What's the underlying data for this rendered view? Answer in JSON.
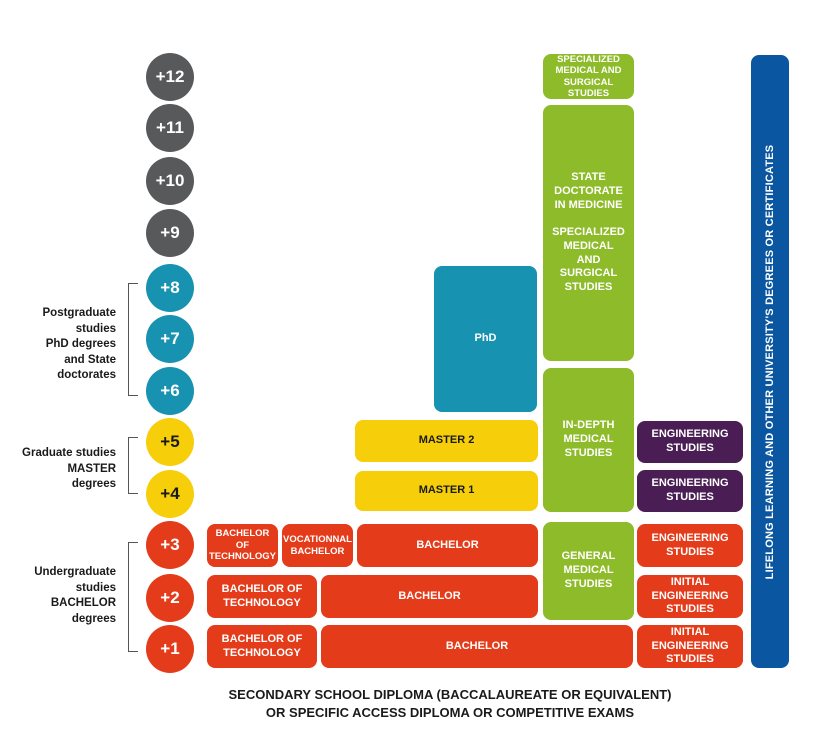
{
  "levels": [
    "+12",
    "+11",
    "+10",
    "+9",
    "+8",
    "+7",
    "+6",
    "+5",
    "+4",
    "+3",
    "+2",
    "+1"
  ],
  "side_labels": {
    "postgraduate": "Postgraduate\nstudies\nPhD degrees\nand State\ndoctorates",
    "graduate": "Graduate studies\nMASTER\ndegrees",
    "undergraduate": "Undergraduate\nstudies\nBACHELOR\ndegrees"
  },
  "boxes": {
    "specialized_top": "SPECIALIZED\nMEDICAL AND\nSURGICAL STUDIES",
    "state_doctorate": "STATE\nDOCTORATE\nIN MEDICINE\n\nSPECIALIZED\nMEDICAL\nAND SURGICAL\nSTUDIES",
    "phd": "PhD",
    "in_depth_medical": "IN-DEPTH\nMEDICAL\nSTUDIES",
    "master2": "MASTER 2",
    "master1": "MASTER 1",
    "engineering_5": "ENGINEERING\nSTUDIES",
    "engineering_4": "ENGINEERING\nSTUDIES",
    "bachelor_tech_3": "BACHELOR OF\nTECHNOLOGY",
    "vocational_bachelor": "VOCATIONNAL\nBACHELOR",
    "bachelor_3": "BACHELOR",
    "general_medical": "GENERAL\nMEDICAL\nSTUDIES",
    "engineering_3": "ENGINEERING\nSTUDIES",
    "bachelor_tech_2": "BACHELOR OF\nTECHNOLOGY",
    "bachelor_2": "BACHELOR",
    "initial_engineering_2": "INITIAL\nENGINEERING\nSTUDIES",
    "bachelor_tech_1": "BACHELOR OF\nTECHNOLOGY",
    "bachelor_1": "BACHELOR",
    "initial_engineering_1": "INITIAL\nENGINEERING\nSTUDIES"
  },
  "lifelong_label": "LIFELONG LEARNING AND OTHER UNIVERSITY'S DEGREES OR CERTIFICATES",
  "footer": "SECONDARY SCHOOL DIPLOMA (BACCALAUREATE OR EQUIVALENT)\nOR SPECIFIC ACCESS DIPLOMA OR COMPETITIVE EXAMS",
  "colors": {
    "grey": "#58595b",
    "teal": "#1792b0",
    "yellow": "#f6cf0a",
    "red": "#e43b1a",
    "green": "#8dbb2a",
    "purple": "#4a1e55",
    "navy": "#0a56a0"
  }
}
